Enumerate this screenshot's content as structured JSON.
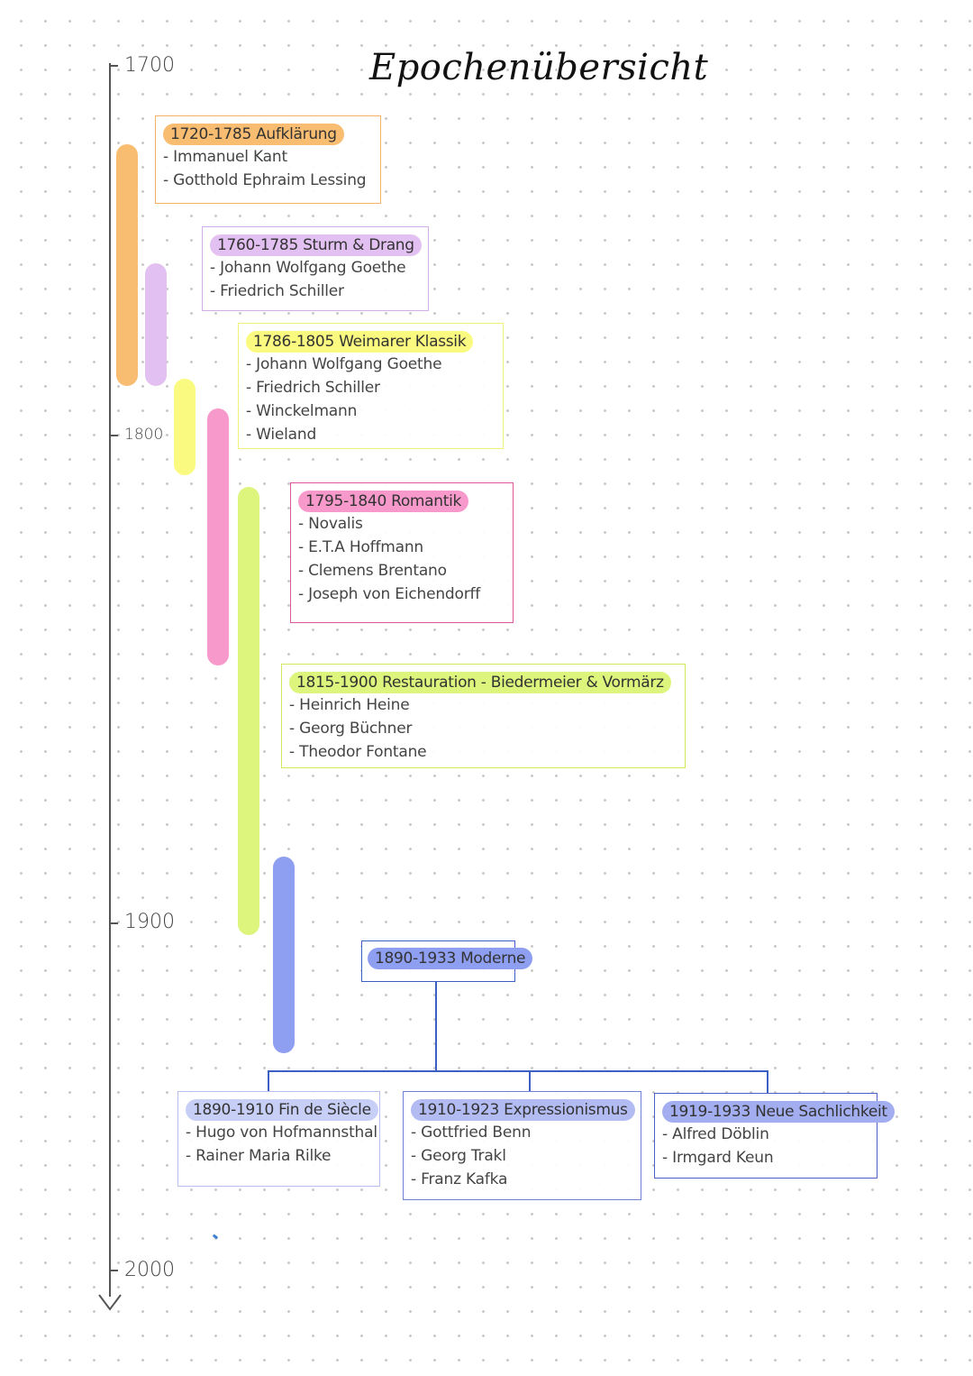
{
  "title": "Epochenübersicht",
  "axis": {
    "years": [
      "1700",
      "1800",
      "1900",
      "2000"
    ]
  },
  "epochs": [
    {
      "label": "1720-1785 Aufklärung",
      "color": "#f9bd72",
      "authors": [
        "Immanuel Kant",
        "Gotthold Ephraim Lessing"
      ]
    },
    {
      "label": "1760-1785 Sturm & Drang",
      "color": "#e2c1f2",
      "authors": [
        "Johann Wolfgang Goethe",
        "Friedrich Schiller"
      ]
    },
    {
      "label": "1786-1805 Weimarer Klassik",
      "color": "#fafa80",
      "authors": [
        "Johann Wolfgang Goethe",
        "Friedrich Schiller",
        "Winckelmann",
        "Wieland"
      ]
    },
    {
      "label": "1795-1840 Romantik",
      "color": "#f79acb",
      "authors": [
        "Novalis",
        "E.T.A Hoffmann",
        "Clemens Brentano",
        "Joseph von Eichendorff"
      ]
    },
    {
      "label": "1815-1900 Restauration - Biedermeier & Vormärz",
      "color": "#ddf57c",
      "authors": [
        "Heinrich Heine",
        "Georg Büchner",
        "Theodor Fontane"
      ]
    },
    {
      "label": "1890-1933 Moderne",
      "color": "#8e9ef0",
      "authors": []
    }
  ],
  "moderne_sub": [
    {
      "label": "1890-1910 Fin de Siècle",
      "color": "#c8cff7",
      "authors": [
        "Hugo von Hofmannsthal",
        "Rainer Maria Rilke"
      ]
    },
    {
      "label": "1910-1923 Expressionismus",
      "color": "#b3bbf3",
      "authors": [
        "Gottfried Benn",
        "Georg Trakl",
        "Franz Kafka"
      ]
    },
    {
      "label": "1919-1933 Neue Sachlichkeit",
      "color": "#a3aef1",
      "authors": [
        "Alfred Döblin",
        "Irmgard Keun"
      ]
    }
  ]
}
